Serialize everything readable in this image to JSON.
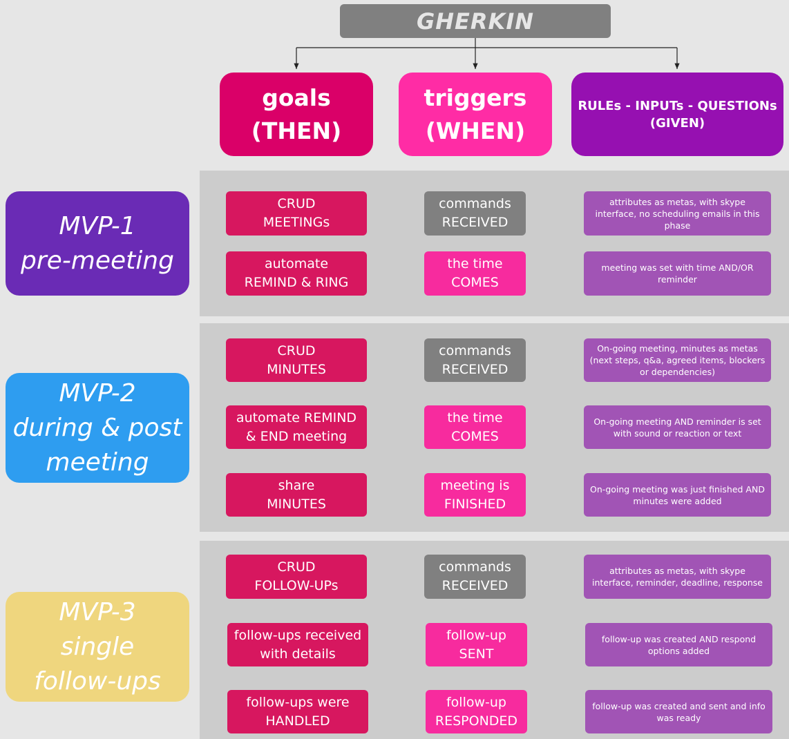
{
  "title": "GHERKIN",
  "columns": {
    "goals": "goals\n(THEN)",
    "triggers": "triggers\n(WHEN)",
    "rules": "RULEs - INPUTs - QUESTIONs\n(GIVEN)"
  },
  "mvp": [
    {
      "label": "MVP-1\npre-meeting",
      "color": "#6a2bb5"
    },
    {
      "label": "MVP-2\nduring & post\nmeeting",
      "color": "#2e9df0"
    },
    {
      "label": "MVP-3\nsingle\nfollow-ups",
      "color": "#efd67e"
    }
  ],
  "colors": {
    "goal": "#d7175f",
    "command": "#808080",
    "time": "#f72b9e",
    "rule": "#a154b5",
    "header_goals": "#da0068",
    "header_triggers": "#ff2ca5",
    "header_rules": "#9610b1"
  },
  "rows": [
    {
      "goal": "CRUD\nMEETINGs",
      "trigger": "commands\nRECEIVED",
      "trigger_kind": "command",
      "rule": "attributes as metas, with skype interface, no scheduling emails in this phase"
    },
    {
      "goal": "automate\nREMIND & RING",
      "trigger": "the time\nCOMES",
      "trigger_kind": "time",
      "rule": "meeting was set with time AND/OR reminder"
    },
    {
      "goal": "CRUD\nMINUTES",
      "trigger": "commands\nRECEIVED",
      "trigger_kind": "command",
      "rule": "On-going meeting, minutes as metas (next steps, q&a, agreed items, blockers or dependencies)"
    },
    {
      "goal": "automate REMIND\n& END meeting",
      "trigger": "the time\nCOMES",
      "trigger_kind": "time",
      "rule": "On-going meeting AND reminder is set with sound or reaction or text"
    },
    {
      "goal": "share\nMINUTES",
      "trigger": "meeting is\nFINISHED",
      "trigger_kind": "time",
      "rule": "On-going meeting was just finished AND minutes were added"
    },
    {
      "goal": "CRUD\nFOLLOW-UPs",
      "trigger": "commands\nRECEIVED",
      "trigger_kind": "command",
      "rule": "attributes as metas, with skype interface, reminder, deadline, response"
    },
    {
      "goal": "follow-ups received\nwith details",
      "trigger": "follow-up\nSENT",
      "trigger_kind": "time",
      "rule": "follow-up was created AND respond options added"
    },
    {
      "goal": "follow-ups were\nHANDLED",
      "trigger": "follow-up\nRESPONDED",
      "trigger_kind": "time",
      "rule": "follow-up was created and sent and info was ready"
    }
  ]
}
